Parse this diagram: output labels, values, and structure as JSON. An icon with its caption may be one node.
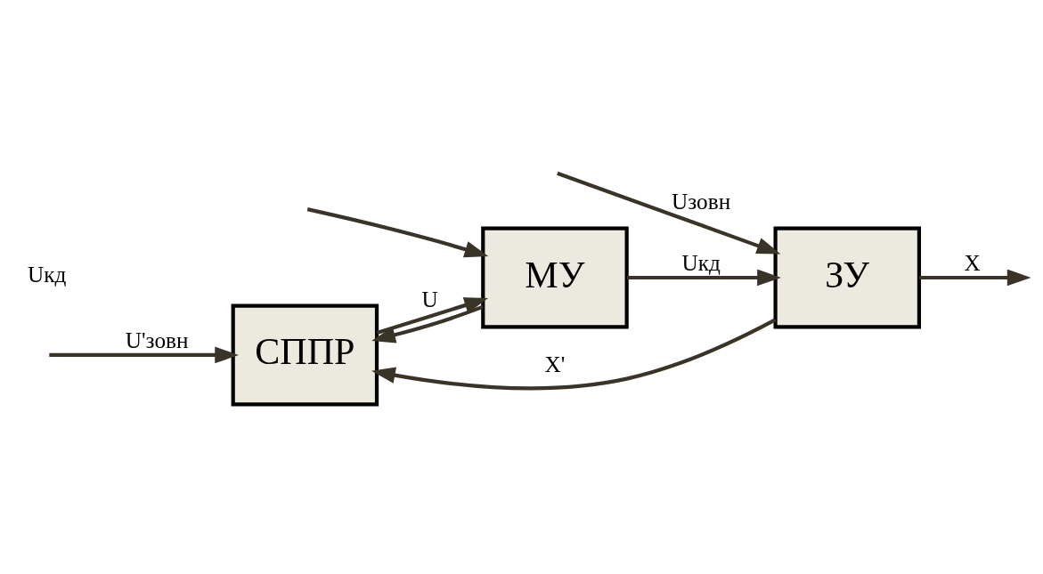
{
  "diagram": {
    "nodes": [
      {
        "text": [
          "СППР"
        ]
      },
      {
        "text": [
          "МУ"
        ]
      },
      {
        "text": [
          "ЗУ"
        ]
      }
    ],
    "edges": [
      {
        "from": null,
        "to": 2,
        "arrow": "to",
        "label": "Uзовн"
      },
      {
        "from": null,
        "to": 0,
        "arrow": "to",
        "label": "U'зовн"
      },
      {
        "from": null,
        "to": 1,
        "arrow": "to"
      },
      {
        "from": 0,
        "to": 1,
        "arrow": "to",
        "label": "U"
      },
      {
        "from": 1,
        "to": 2,
        "arrow": "to",
        "label": "Uкд"
      },
      {
        "from": 1,
        "to": 0,
        "arrow": "to"
      },
      {
        "from": 2,
        "to": null,
        "arrow": "to",
        "label": "X"
      },
      {
        "from": 2,
        "to": 0,
        "arrow": "to",
        "label": "X'"
      }
    ],
    "labels": [
      "Uкд"
    ]
  }
}
